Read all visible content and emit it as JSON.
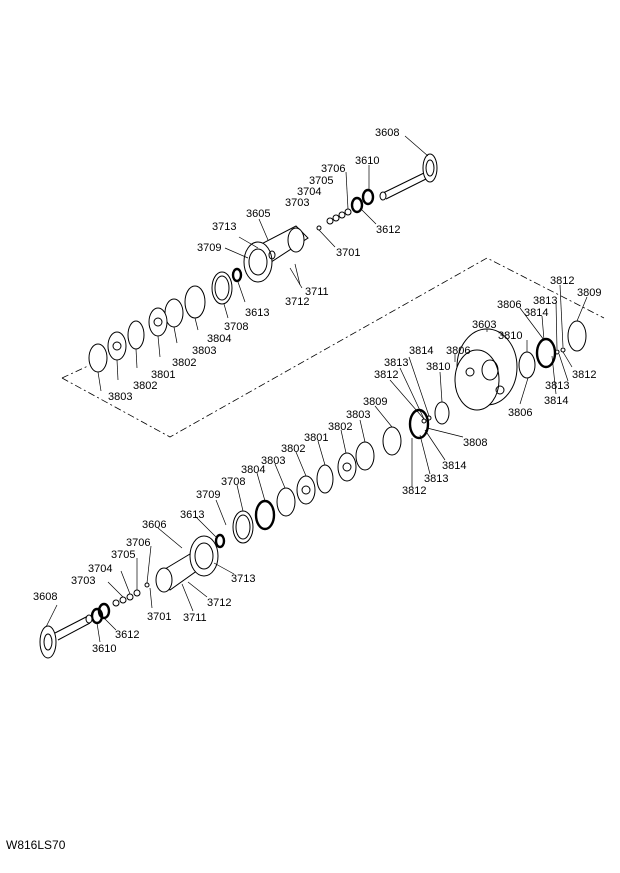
{
  "diagram": {
    "code": "W816LS70",
    "upper_assembly_labels": [
      "3608",
      "3610",
      "3706",
      "3705",
      "3704",
      "3703",
      "3612",
      "3605",
      "3701",
      "3713",
      "3709",
      "3711",
      "3712",
      "3613",
      "3708",
      "3804",
      "3803",
      "3802",
      "3801",
      "3803",
      "3802"
    ],
    "middle_assembly_labels": [
      "3812",
      "3809",
      "3813",
      "3814",
      "3806",
      "3603",
      "3810",
      "3812",
      "3813",
      "3814",
      "3806",
      "3814",
      "3806",
      "3813",
      "3812",
      "3810",
      "3809",
      "3808",
      "3814",
      "3813",
      "3812"
    ],
    "lower_assembly_labels": [
      "3803",
      "3802",
      "3801",
      "3804",
      "3802",
      "3803",
      "3708",
      "3709",
      "3606",
      "3613",
      "3706",
      "3705",
      "3704",
      "3703",
      "3713",
      "3608",
      "3701",
      "3712",
      "3711",
      "3612",
      "3610"
    ]
  }
}
